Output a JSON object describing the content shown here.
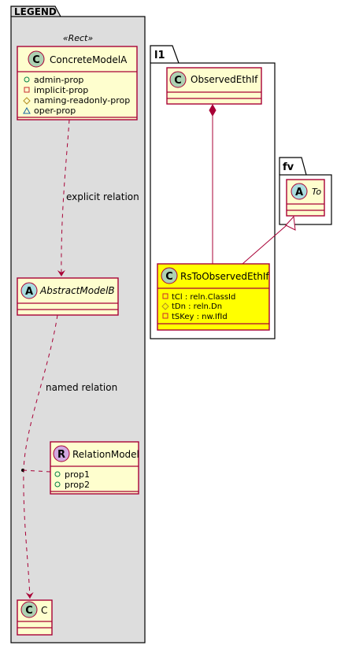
{
  "legend": {
    "title": "LEGEND",
    "stereotype": "«Rect»",
    "classes": {
      "concrete": {
        "icon": "C",
        "name": "ConcreteModelA",
        "members": [
          {
            "vis": "o",
            "text": "admin-prop"
          },
          {
            "vis": "sq",
            "text": "implicit-prop"
          },
          {
            "vis": "di",
            "text": "naming-readonly-prop"
          },
          {
            "vis": "tr",
            "text": "oper-prop"
          }
        ]
      },
      "abstract": {
        "icon": "A",
        "name": "AbstractModelB"
      },
      "relation": {
        "icon": "R",
        "name": "RelationModel",
        "members": [
          {
            "vis": "o",
            "text": "prop1"
          },
          {
            "vis": "o",
            "text": "prop2"
          }
        ]
      },
      "c": {
        "icon": "C",
        "name": "C"
      }
    },
    "edges": {
      "explicit": "explicit relation",
      "named": "named relation"
    }
  },
  "l1": {
    "title": "l1",
    "observed": {
      "icon": "C",
      "name": "ObservedEthIf"
    },
    "rsto": {
      "icon": "C",
      "name": "RsToObservedEthIf",
      "members": [
        {
          "vis": "sq",
          "text": "tCl : reln.ClassId"
        },
        {
          "vis": "di",
          "text": "tDn : reln.Dn"
        },
        {
          "vis": "sq",
          "text": "tSKey : nw.IfId"
        }
      ]
    }
  },
  "fv": {
    "title": "fv",
    "to": {
      "icon": "A",
      "name": "To"
    }
  },
  "colors": {
    "class_fill": "#FEFECE",
    "class_border": "#A80036",
    "highlight_fill": "#FFFF00",
    "package_fill": "#DDDDDD",
    "icon_c": "#ADD1B2",
    "icon_a": "#A9DCDF",
    "icon_r": "#D2A9E0"
  }
}
